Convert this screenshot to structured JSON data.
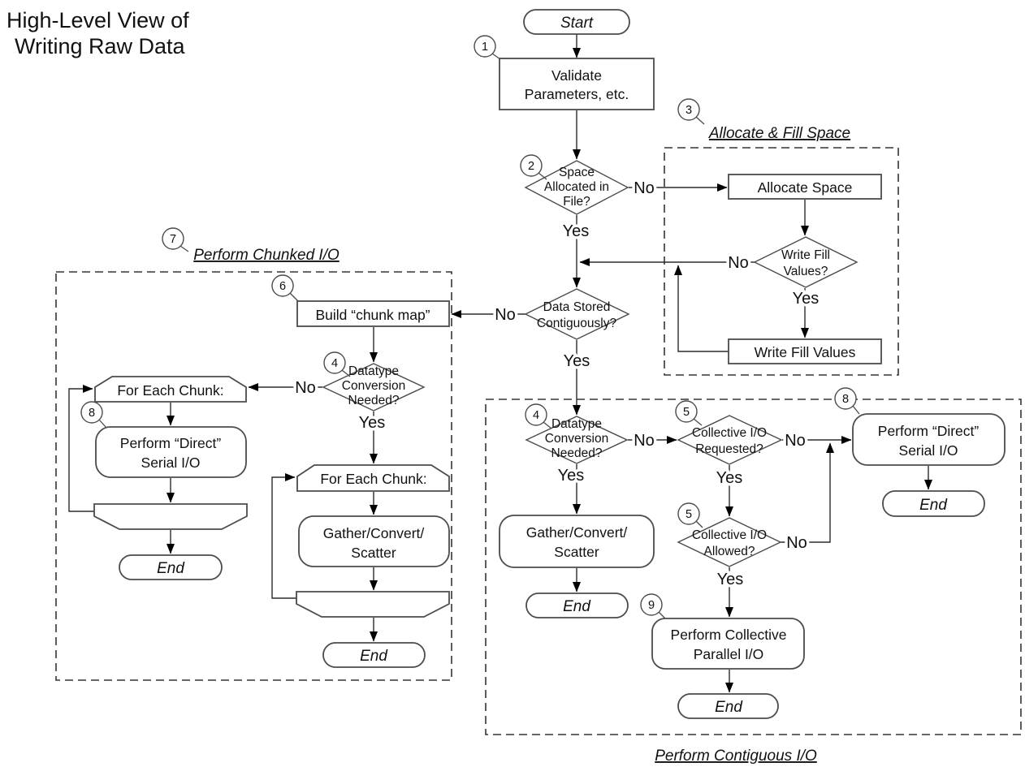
{
  "title": {
    "line1": "High-Level View of",
    "line2": "Writing Raw Data"
  },
  "steps": {
    "s1": "1",
    "s2": "2",
    "s3": "3",
    "s4": "4",
    "s5": "5",
    "s6": "6",
    "s7": "7",
    "s8": "8",
    "s9": "9"
  },
  "groups": {
    "allocate_fill": {
      "label": "Allocate & Fill Space"
    },
    "chunked": {
      "label": "Perform Chunked I/O"
    },
    "contiguous": {
      "label": "Perform Contiguous I/O"
    }
  },
  "nodes": {
    "start": {
      "label": "Start"
    },
    "validate": {
      "lines": [
        "Validate",
        "Parameters, etc."
      ]
    },
    "space_allocated": {
      "lines": [
        "Space",
        "Allocated in",
        "File?"
      ]
    },
    "allocate_space": {
      "label": "Allocate Space"
    },
    "write_fill_question": {
      "lines": [
        "Write Fill",
        "Values?"
      ]
    },
    "write_fill_values": {
      "label": "Write Fill Values"
    },
    "data_stored": {
      "lines": [
        "Data Stored",
        "Contiguously?"
      ]
    },
    "build_chunk_map": {
      "label": "Build “chunk map”"
    },
    "datatype_conversion_chunked": {
      "lines": [
        "Datatype",
        "Conversion",
        "Needed?"
      ]
    },
    "for_each_chunk_direct": {
      "label": "For Each Chunk:"
    },
    "direct_serial_chunked": {
      "lines": [
        "Perform “Direct”",
        "Serial I/O"
      ]
    },
    "end_chunked_direct": {
      "label": "End"
    },
    "for_each_chunk_gather": {
      "label": "For Each Chunk:"
    },
    "gather_chunked": {
      "lines": [
        "Gather/Convert/",
        "Scatter"
      ]
    },
    "end_chunked_gather": {
      "label": "End"
    },
    "datatype_conversion_contiguous": {
      "lines": [
        "Datatype",
        "Conversion",
        "Needed?"
      ]
    },
    "collective_requested": {
      "lines": [
        "Collective I/O",
        "Requested?"
      ]
    },
    "direct_serial_contiguous": {
      "lines": [
        "Perform “Direct”",
        "Serial I/O"
      ]
    },
    "end_contiguous_direct": {
      "label": "End"
    },
    "collective_allowed": {
      "lines": [
        "Collective I/O",
        "Allowed?"
      ]
    },
    "gather_contiguous": {
      "lines": [
        "Gather/Convert/",
        "Scatter"
      ]
    },
    "end_contiguous_gather": {
      "label": "End"
    },
    "collective_parallel": {
      "lines": [
        "Perform Collective",
        "Parallel I/O"
      ]
    },
    "end_collective": {
      "label": "End"
    }
  },
  "edges": {
    "space_allocated_no": "No",
    "space_allocated_yes": "Yes",
    "write_fill_no": "No",
    "write_fill_yes": "Yes",
    "data_stored_no": "No",
    "data_stored_yes": "Yes",
    "datatype_chunked_no": "No",
    "datatype_chunked_yes": "Yes",
    "datatype_contiguous_no": "No",
    "datatype_contiguous_yes": "Yes",
    "collective_requested_no": "No",
    "collective_requested_yes": "Yes",
    "collective_allowed_no": "No",
    "collective_allowed_yes": "Yes"
  },
  "colors": {
    "background": "#ffffff",
    "shape_stroke": "#4b4b4b",
    "line": "#2b2b2b",
    "arrowhead": "#000000",
    "text": "#111111"
  }
}
